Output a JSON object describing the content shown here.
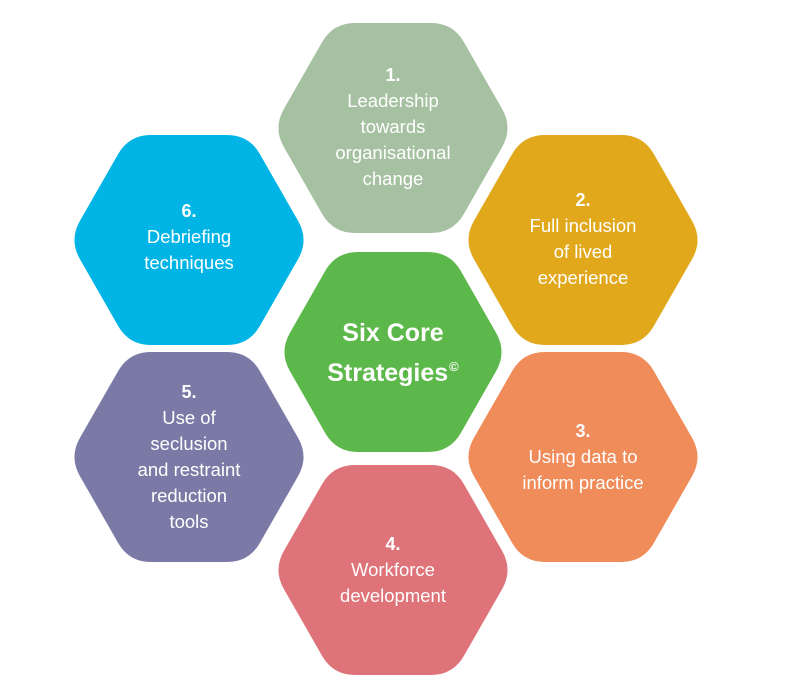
{
  "center": {
    "line1": "Six Core",
    "line2": "Strategies",
    "mark": "©",
    "color": "#5cb84a"
  },
  "strategies": [
    {
      "number": "1.",
      "lines": [
        "Leadership",
        "towards",
        "organisational",
        "change"
      ],
      "color": "#a6c1a1"
    },
    {
      "number": "2.",
      "lines": [
        "Full inclusion",
        "of lived",
        "experience"
      ],
      "color": "#e0a81a"
    },
    {
      "number": "3.",
      "lines": [
        "Using data to",
        "inform practice"
      ],
      "color": "#ef8c5a"
    },
    {
      "number": "4.",
      "lines": [
        "Workforce",
        "development"
      ],
      "color": "#de7379"
    },
    {
      "number": "5.",
      "lines": [
        "Use of",
        "seclusion",
        "and restraint",
        "reduction",
        "tools"
      ],
      "color": "#7b7aa6"
    },
    {
      "number": "6.",
      "lines": [
        "Debriefing",
        "techniques"
      ],
      "color": "#00b5e5"
    }
  ]
}
